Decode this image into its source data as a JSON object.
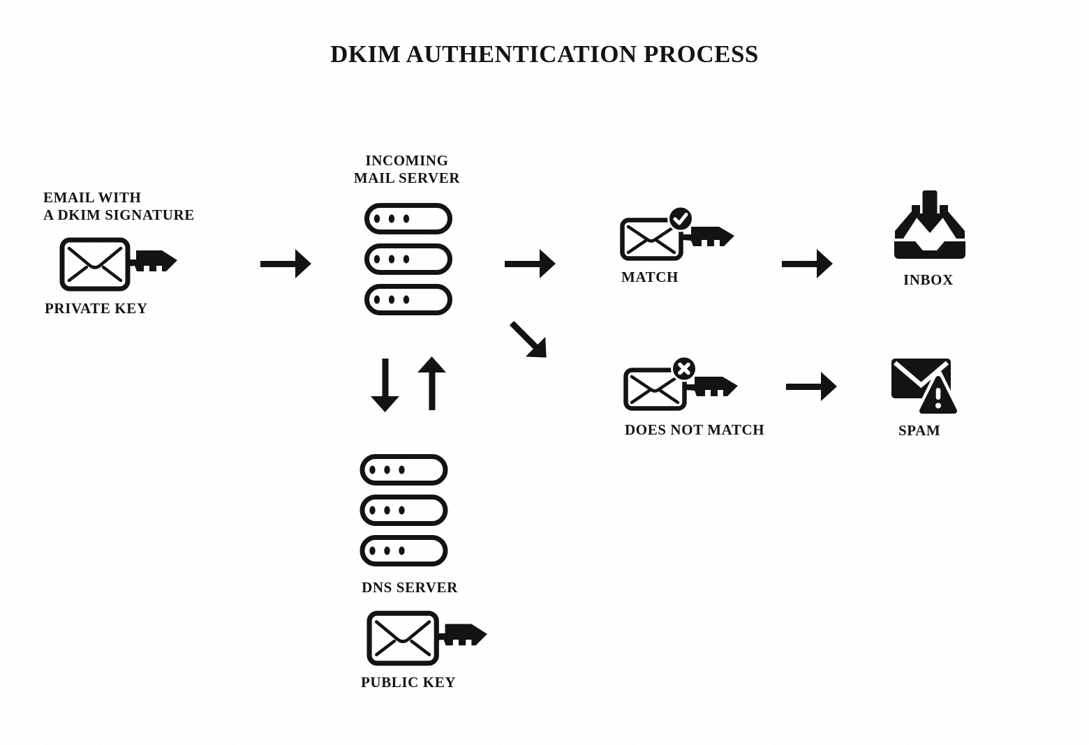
{
  "title": "DKIM AUTHENTICATION PROCESS",
  "colors": {
    "ink": "#131316",
    "background": "#ffffff"
  },
  "nodes": {
    "email": {
      "label_line1": "EMAIL WITH",
      "label_line2": "A DKIM SIGNATURE",
      "key_label": "PRIVATE KEY",
      "icon": "envelope-with-key-icon"
    },
    "incoming_server": {
      "label_line1": "INCOMING",
      "label_line2": "MAIL SERVER",
      "icon": "server-stack-icon"
    },
    "dns_server": {
      "label": "DNS SERVER",
      "key_label": "PUBLIC KEY",
      "icon": "server-stack-icon",
      "key_icon": "envelope-with-key-icon"
    },
    "match": {
      "label": "MATCH",
      "icon": "envelope-check-key-icon"
    },
    "does_not_match": {
      "label": "DOES NOT MATCH",
      "icon": "envelope-x-key-icon"
    },
    "inbox": {
      "label": "INBOX",
      "icon": "inbox-download-icon"
    },
    "spam": {
      "label": "SPAM",
      "icon": "envelope-warning-icon"
    }
  },
  "connectors": [
    "arrow-right: email -> incoming mail server",
    "arrow-right: incoming mail server -> match",
    "arrow-diagonal-down-right: incoming mail server -> does not match",
    "arrow-right: match -> inbox",
    "arrow-right: does not match -> spam",
    "arrow-down + arrow-up: incoming mail server <-> dns server"
  ]
}
